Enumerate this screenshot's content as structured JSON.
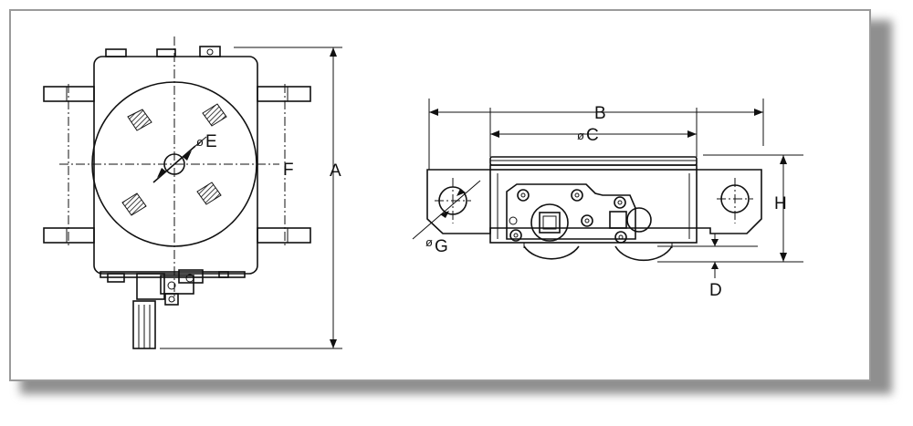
{
  "labels": {
    "a": "A",
    "b": "B",
    "c": "C",
    "d": "D",
    "e": "E",
    "f": "F",
    "g": "G",
    "h": "H",
    "dia": "ø"
  }
}
